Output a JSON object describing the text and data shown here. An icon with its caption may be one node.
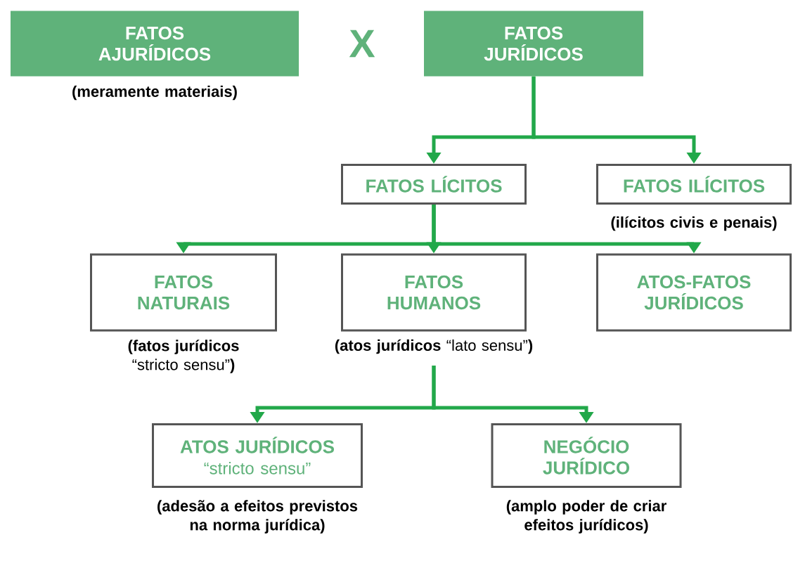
{
  "diagram": {
    "nodes": [
      {
        "text": [
          "FATOS AJURÍDICOS"
        ],
        "beside": [
          "**(meramente materiais)**"
        ]
      },
      {
        "text": [
          "FATOS JURÍDICOS"
        ]
      },
      {
        "text": [
          "FATOS LÍCITOS"
        ]
      },
      {
        "text": [
          "FATOS ILÍCITOS"
        ],
        "beside": [
          "**(ilícitos civis e penais)**"
        ]
      },
      {
        "text": [
          "FATOS NATURAIS"
        ],
        "beside": [
          "**(fatos jurídicos** “stricto sensu”**)**"
        ]
      },
      {
        "text": [
          "FATOS HUMANOS"
        ],
        "beside": [
          "**(atos jurídicos** “lato sensu”**)**"
        ]
      },
      {
        "text": [
          "ATOS-FATOS JURÍDICOS"
        ]
      },
      {
        "text": [
          "ATOS JURÍDICOS",
          "“stricto sensu”"
        ],
        "beside": [
          "**(adesão a efeitos previstos na norma jurídica)**"
        ]
      },
      {
        "text": [
          "NEGÓCIO JURÍDICO"
        ],
        "beside": [
          "**(amplo poder de criar efeitos jurídicos)**"
        ]
      }
    ],
    "edges": [
      {
        "from": 1,
        "to": 2,
        "arrow": "to"
      },
      {
        "from": 1,
        "to": 3,
        "arrow": "to"
      },
      {
        "from": 2,
        "to": 4,
        "arrow": "to"
      },
      {
        "from": 2,
        "to": 5,
        "arrow": "to"
      },
      {
        "from": 2,
        "to": 6,
        "arrow": "to"
      },
      {
        "from": 5,
        "to": 7,
        "arrow": "to"
      },
      {
        "from": 5,
        "to": 8,
        "arrow": "to"
      }
    ],
    "labels": [
      "X"
    ]
  }
}
